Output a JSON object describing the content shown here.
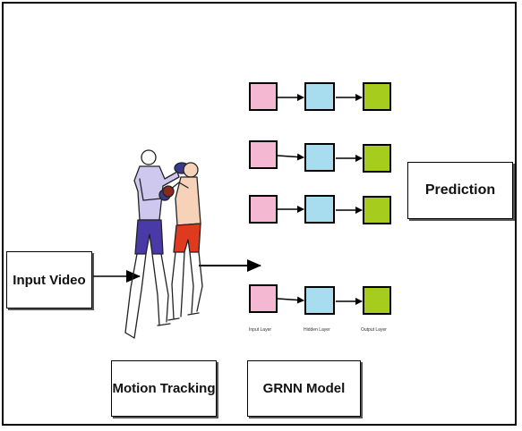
{
  "labels": {
    "input_video": "Input Video",
    "motion_tracking": "Motion Tracking",
    "grnn_model": "GRNN Model",
    "prediction": "Prediction"
  },
  "layer_labels": {
    "input": "Input Layer",
    "hidden": "Hidden Layer",
    "output": "Output Layer"
  },
  "colors": {
    "input_cell": "#f4b8d2",
    "hidden_cell": "#a8ddf0",
    "output_cell": "#a6cc1e",
    "boxer_blue": "#4a3aa8",
    "boxer_red": "#e03a1e"
  }
}
